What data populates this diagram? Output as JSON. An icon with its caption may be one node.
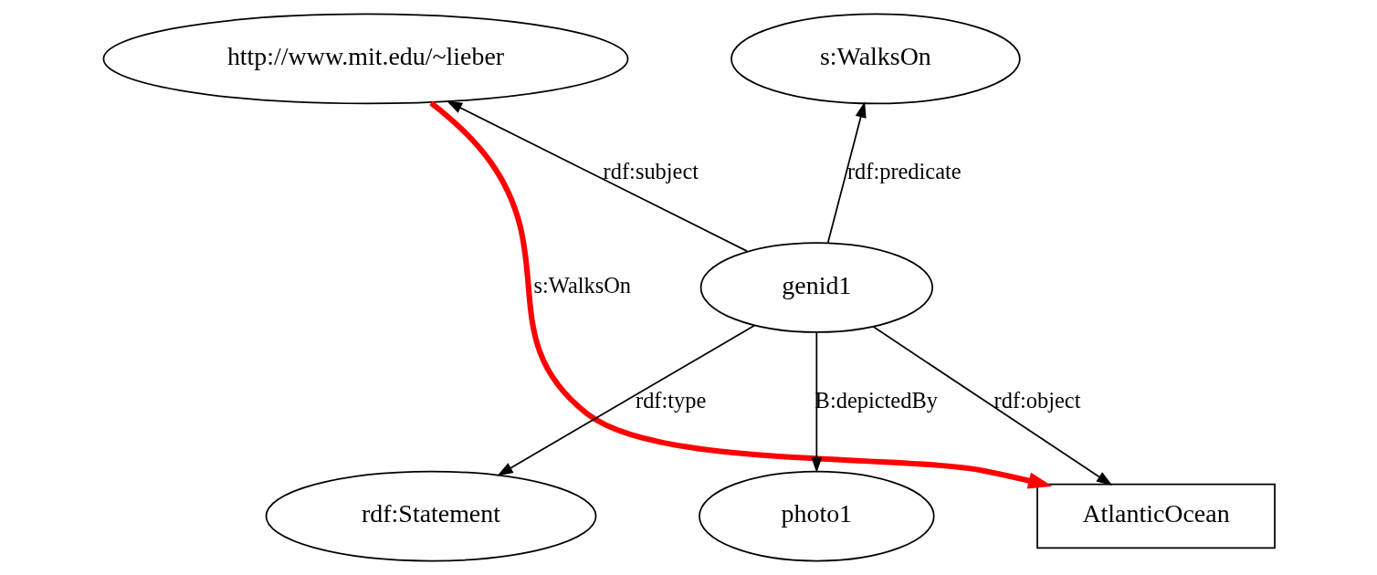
{
  "diagram": {
    "nodes": [
      {
        "text": [
          "http://www.mit.edu/~lieber"
        ]
      },
      {
        "text": [
          "s:WalksOn"
        ]
      },
      {
        "text": [
          "genid1"
        ]
      },
      {
        "text": [
          "rdf:Statement"
        ]
      },
      {
        "text": [
          "photo1"
        ]
      },
      {
        "text": [
          "AtlanticOcean"
        ]
      }
    ],
    "edges": [
      {
        "from": 2,
        "to": 0,
        "arrow": "to",
        "label": "rdf:subject"
      },
      {
        "from": 2,
        "to": 1,
        "arrow": "to",
        "label": "rdf:predicate"
      },
      {
        "from": 2,
        "to": 3,
        "arrow": "to",
        "label": "rdf:type"
      },
      {
        "from": 2,
        "to": 4,
        "arrow": "to",
        "label": "B:depictedBy"
      },
      {
        "from": 2,
        "to": 5,
        "arrow": "to",
        "label": "rdf:object"
      },
      {
        "from": 0,
        "to": 5,
        "arrow": "to",
        "label": "s:WalksOn",
        "style": "thick",
        "color": "#ff0000"
      }
    ]
  }
}
